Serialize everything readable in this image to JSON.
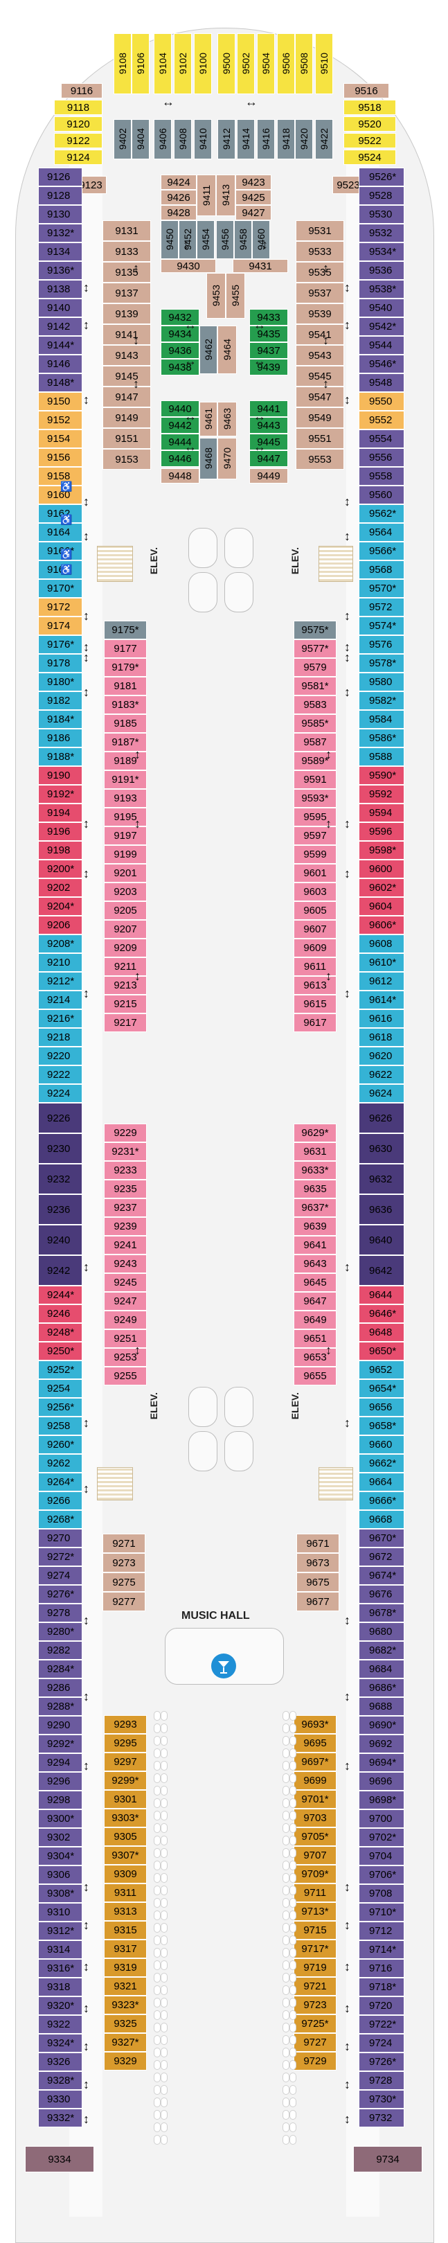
{
  "deck": {
    "colors": {
      "interior": "#d1ab98",
      "oceanview": "#7d8f98",
      "balcony": "#f08aa8",
      "connected_green": "#259d4e",
      "suite_yellow": "#f6e341",
      "suite_gold": "#d99a2c",
      "aft_suite": "#8e6a78",
      "purple": "#6b5a9e",
      "dark_purple": "#4a3a7a",
      "teal": "#35b3d5",
      "red": "#e64d6e",
      "orange": "#f6b95a",
      "light_purple": "#8f84c7"
    },
    "labels": {
      "elevator": "ELEV.",
      "music_hall": "MUSIC HALL"
    },
    "icons": {
      "accessible": "wheelchair-icon",
      "bar": "cocktail-icon",
      "connecting": "double-arrow-icon"
    }
  },
  "forward_suites": [
    "9108",
    "9106",
    "9104",
    "9102",
    "9100",
    "9500",
    "9502",
    "9504",
    "9506",
    "9508",
    "9510"
  ],
  "forward_suite_marks": [
    "9116",
    "9118",
    "9120",
    "9122",
    "9124",
    "9516",
    "9518",
    "9520",
    "9522",
    "9524"
  ],
  "oceanview_forward": [
    "9402",
    "9404",
    "9406",
    "9408",
    "9410",
    "9412",
    "9414",
    "9416",
    "9418",
    "9420",
    "9422"
  ],
  "interior_forward_rows": [
    [
      "9123",
      "9424",
      "9426",
      "9428",
      "9411",
      "9413",
      "9423",
      "9425",
      "9427",
      "9523"
    ]
  ],
  "mid_interior_left": [
    "9131",
    "9133",
    "9135",
    "9137",
    "9139",
    "9141",
    "9143",
    "9145",
    "9147",
    "9149",
    "9151",
    "9153"
  ],
  "mid_interior_right": [
    "9531",
    "9533",
    "9535",
    "9537",
    "9539",
    "9541",
    "9543",
    "9545",
    "9547",
    "9549",
    "9551",
    "9553"
  ],
  "center_block": {
    "ov_top_left": [
      "9450",
      "9452",
      "9454",
      "9456",
      "9458",
      "9460"
    ],
    "interior_top": [
      "9430",
      "9431",
      "9453",
      "9455"
    ],
    "green_left": [
      "9432",
      "9434",
      "9436",
      "9438",
      "9440",
      "9442",
      "9444",
      "9446"
    ],
    "green_right": [
      "9433",
      "9435",
      "9437",
      "9439",
      "9441",
      "9443",
      "9445",
      "9447"
    ],
    "center_vertical": [
      "9462",
      "9464",
      "9461",
      "9463",
      "9468",
      "9470"
    ],
    "bottom": [
      "9448",
      "9449"
    ]
  },
  "left_outer": [
    "9126",
    "9128",
    "9130",
    "9132*",
    "9134",
    "9136*",
    "9138",
    "9140",
    "9142",
    "9144*",
    "9146",
    "9148*",
    "9150",
    "9152",
    "9154",
    "9156",
    "9158",
    "9160",
    "9162",
    "9164",
    "9166*",
    "9168",
    "9170*",
    "9172",
    "9174",
    "9176*",
    "9178",
    "9180*",
    "9182",
    "9184*",
    "9186",
    "9188*",
    "9190",
    "9192*",
    "9194",
    "9196",
    "9198",
    "9200*",
    "9202",
    "9204*",
    "9206",
    "9208*",
    "9210",
    "9212*",
    "9214",
    "9216*",
    "9218",
    "9220",
    "9222",
    "9224",
    "9226",
    "9230",
    "9232",
    "9236",
    "9240",
    "9242",
    "9244*",
    "9246",
    "9248*",
    "9250*",
    "9252*",
    "9254",
    "9256*",
    "9258",
    "9260*",
    "9262",
    "9264*",
    "9266",
    "9268*",
    "9270",
    "9272*",
    "9274",
    "9276*",
    "9278",
    "9280*",
    "9282",
    "9284*",
    "9286",
    "9288*",
    "9290",
    "9292*",
    "9294",
    "9296",
    "9298",
    "9300*",
    "9302",
    "9304*",
    "9306",
    "9308*",
    "9310",
    "9312*",
    "9314",
    "9316*",
    "9318",
    "9320*",
    "9322",
    "9324*",
    "9326",
    "9328*",
    "9330",
    "9332*"
  ],
  "right_outer": [
    "9526*",
    "9528",
    "9530",
    "9532",
    "9534*",
    "9536",
    "9538*",
    "9540",
    "9542*",
    "9544",
    "9546*",
    "9548",
    "9550",
    "9552",
    "9554",
    "9556",
    "9558",
    "9560",
    "9562*",
    "9564",
    "9566*",
    "9568",
    "9570*",
    "9572",
    "9574*",
    "9576",
    "9578*",
    "9580",
    "9582*",
    "9584",
    "9586*",
    "9588",
    "9590*",
    "9592",
    "9594",
    "9596",
    "9598*",
    "9600",
    "9602*",
    "9604",
    "9606*",
    "9608",
    "9610*",
    "9612",
    "9614*",
    "9616",
    "9618",
    "9620",
    "9622",
    "9624",
    "9626",
    "9630",
    "9632",
    "9636",
    "9640",
    "9642",
    "9644",
    "9646*",
    "9648",
    "9650*",
    "9652",
    "9654*",
    "9656",
    "9658*",
    "9660",
    "9662*",
    "9664",
    "9666*",
    "9668",
    "9670*",
    "9672",
    "9674*",
    "9676",
    "9678*",
    "9680",
    "9682*",
    "9684",
    "9686*",
    "9688",
    "9690*",
    "9692",
    "9694*",
    "9696",
    "9698*",
    "9700",
    "9702*",
    "9704",
    "9706*",
    "9708",
    "9710*",
    "9712",
    "9714*",
    "9716",
    "9718*",
    "9720",
    "9722*",
    "9724",
    "9726*",
    "9728",
    "9730*",
    "9732"
  ],
  "inner_left": [
    "9175*",
    "9177",
    "9179*",
    "9181",
    "9183*",
    "9185",
    "9187*",
    "9189",
    "9191*",
    "9193",
    "9195",
    "9197",
    "9199",
    "9201",
    "9203",
    "9205",
    "9207",
    "9209",
    "9211",
    "9213",
    "9215",
    "9217",
    "9229",
    "9231*",
    "9233",
    "9235",
    "9237",
    "9239",
    "9241",
    "9243",
    "9245",
    "9247",
    "9249",
    "9251",
    "9253",
    "9255"
  ],
  "inner_right": [
    "9575*",
    "9577*",
    "9579",
    "9581*",
    "9583",
    "9585*",
    "9587",
    "9589*",
    "9591",
    "9593*",
    "9595",
    "9597",
    "9599",
    "9601",
    "9603",
    "9605",
    "9607",
    "9609",
    "9611",
    "9613",
    "9615",
    "9617",
    "9629*",
    "9631",
    "9633*",
    "9635",
    "9637*",
    "9639",
    "9641",
    "9643",
    "9645",
    "9647",
    "9649",
    "9651",
    "9653",
    "9655"
  ],
  "aft_interior_left": [
    "9271",
    "9273",
    "9275",
    "9277"
  ],
  "aft_interior_right": [
    "9671",
    "9673",
    "9675",
    "9677"
  ],
  "aft_suites_left": [
    "9293",
    "9295",
    "9297",
    "9299*",
    "9301",
    "9303*",
    "9305",
    "9307*",
    "9309",
    "9311",
    "9313",
    "9315",
    "9317",
    "9319",
    "9321",
    "9323*",
    "9325",
    "9327*",
    "9329"
  ],
  "aft_suites_right": [
    "9693*",
    "9695",
    "9697*",
    "9699",
    "9701*",
    "9703",
    "9705*",
    "9707",
    "9709*",
    "9711",
    "9713*",
    "9715",
    "9717*",
    "9719",
    "9721",
    "9723",
    "9725*",
    "9727",
    "9729"
  ],
  "stern": [
    "9334",
    "9734"
  ]
}
